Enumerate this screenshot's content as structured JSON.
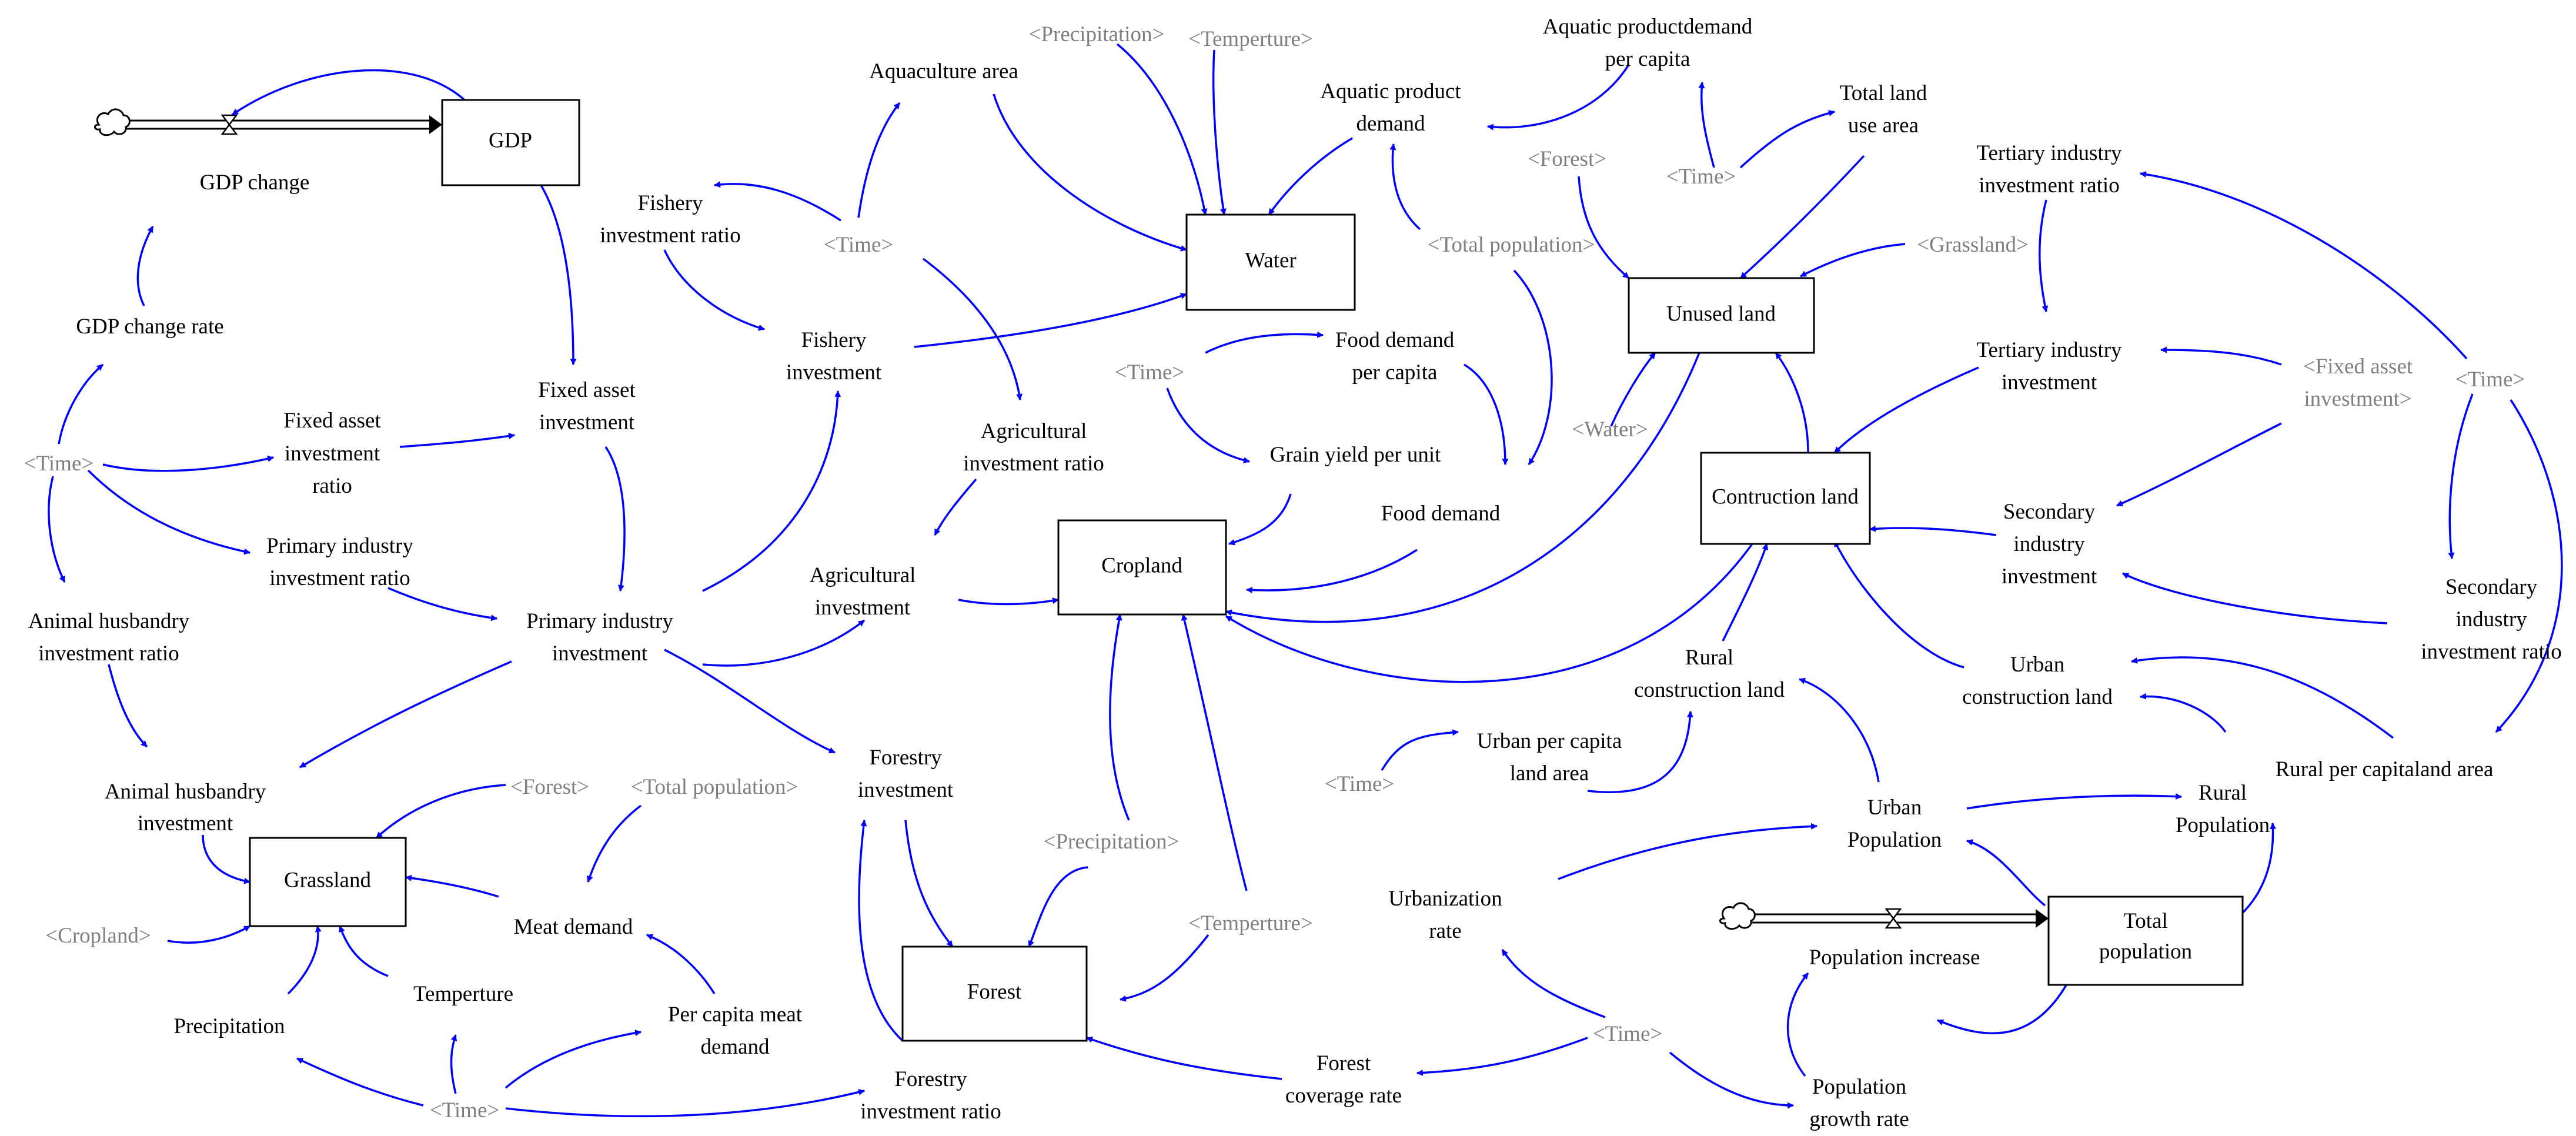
{
  "colors": {
    "link": "#0000ff",
    "shadow_variable": "#7f7f7f",
    "text": "#000000",
    "stock_border": "#000000",
    "background": "#ffffff"
  },
  "stocks": {
    "gdp": "GDP",
    "water": "Water",
    "unused_land": "Unused land",
    "cropland": "Cropland",
    "construction_land": "Contruction land",
    "grassland": "Grassland",
    "forest": "Forest",
    "total_population": [
      "Total",
      "population"
    ]
  },
  "variables": {
    "gdp_change": "GDP change",
    "gdp_change_rate": "GDP change rate",
    "fixed_asset_investment_ratio": [
      "Fixed asset",
      "investment",
      "ratio"
    ],
    "fixed_asset_investment": [
      "Fixed asset",
      "investment"
    ],
    "primary_industry_investment_ratio": [
      "Primary industry",
      "investment ratio"
    ],
    "primary_industry_investment": [
      "Primary industry",
      "investment"
    ],
    "animal_husbandry_investment_ratio": [
      "Animal husbandry",
      "investment ratio"
    ],
    "animal_husbandry_investment": [
      "Animal husbandry",
      "investment"
    ],
    "fishery_investment_ratio": [
      "Fishery",
      "investment ratio"
    ],
    "fishery_investment": [
      "Fishery",
      "investment"
    ],
    "aquaculture_area": "Aquaculture area",
    "aquatic_product_demand": [
      "Aquatic product",
      "demand"
    ],
    "aquatic_product_demand_per_capita": [
      "Aquatic productdemand",
      "per capita"
    ],
    "total_land_use_area": [
      "Total land",
      "use area"
    ],
    "food_demand_per_capita": [
      "Food demand",
      "per capita"
    ],
    "grain_yield_per_unit": "Grain yield per unit",
    "food_demand": "Food demand",
    "agricultural_investment_ratio": [
      "Agricultural",
      "investment ratio"
    ],
    "agricultural_investment": [
      "Agricultural",
      "investment"
    ],
    "tertiary_industry_investment_ratio": [
      "Tertiary industry",
      "investment ratio"
    ],
    "tertiary_industry_investment": [
      "Tertiary industry",
      "investment"
    ],
    "secondary_industry_investment": [
      "Secondary",
      "industry",
      "investment"
    ],
    "secondary_industry_investment_ratio": [
      "Secondary",
      "industry",
      "investment ratio"
    ],
    "rural_construction_land": [
      "Rural",
      "construction land"
    ],
    "urban_construction_land": [
      "Urban",
      "construction land"
    ],
    "urban_per_capita_land_area": [
      "Urban per capita",
      "land area"
    ],
    "rural_per_capita_land_area": "Rural per capitaland area",
    "urban_population": [
      "Urban",
      "Population"
    ],
    "rural_population": [
      "Rural",
      "Population"
    ],
    "urbanization_rate": [
      "Urbanization",
      "rate"
    ],
    "population_increase": "Population increase",
    "population_growth_rate": [
      "Population",
      "growth rate"
    ],
    "forest_coverage_rate": [
      "Forest",
      "coverage rate"
    ],
    "forestry_investment": [
      "Forestry",
      "investment"
    ],
    "forestry_investment_ratio": [
      "Forestry",
      "investment ratio"
    ],
    "meat_demand": "Meat demand",
    "per_capita_meat_demand": [
      "Per capita meat",
      "demand"
    ],
    "precipitation": "Precipitation",
    "temperture": "Temperture"
  },
  "shadow_variables": {
    "time": "<Time>",
    "precipitation": "<Precipitation>",
    "temperture": "<Temperture>",
    "forest": "<Forest>",
    "grassland": "<Grassland>",
    "water": "<Water>",
    "total_population": "<Total population>",
    "fixed_asset_investment": [
      "<Fixed asset",
      "investment>"
    ],
    "cropland": "<Cropland>"
  }
}
